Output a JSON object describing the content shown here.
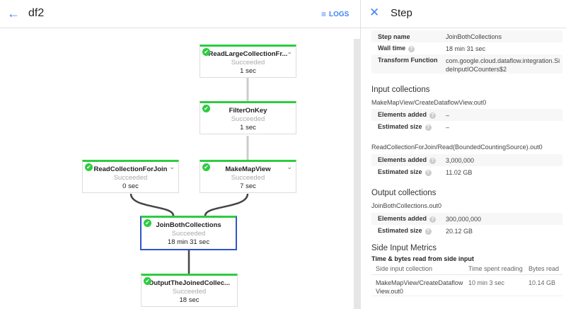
{
  "header": {
    "back_icon": "arrow-left-icon",
    "title": "df2",
    "logs_label": "LOGS",
    "logs_icon": "list-icon"
  },
  "graph": {
    "status_color": "#2ecc40",
    "selected_color": "#2f55c8",
    "nodes": [
      {
        "name": "ReadLargeCollectionFr...",
        "status": "Succeeded",
        "time": "1 sec"
      },
      {
        "name": "FilterOnKey",
        "status": "Succeeded",
        "time": "1 sec"
      },
      {
        "name": "ReadCollectionForJoin",
        "status": "Succeeded",
        "time": "0 sec"
      },
      {
        "name": "MakeMapView",
        "status": "Succeeded",
        "time": "7 sec"
      },
      {
        "name": "JoinBothCollections",
        "status": "Succeeded",
        "time": "18 min 31 sec"
      },
      {
        "name": "OutputTheJoinedCollec...",
        "status": "Succeeded",
        "time": "18 sec"
      }
    ]
  },
  "panel": {
    "title": "Step",
    "close_icon": "close-icon",
    "info": [
      {
        "k": "Step name",
        "v": "JoinBothCollections"
      },
      {
        "k": "Wall time",
        "v": "18 min 31 sec"
      },
      {
        "k": "Transform Function",
        "v": "com.google.cloud.dataflow.integration.SideInputIOCounters$2"
      }
    ],
    "input_title": "Input collections",
    "input1": {
      "name": "MakeMapView/CreateDataflowView.out0",
      "rows": [
        {
          "k": "Elements added",
          "v": "–"
        },
        {
          "k": "Estimated size",
          "v": "–"
        }
      ]
    },
    "input2": {
      "name": "ReadCollectionForJoin/Read(BoundedCountingSource).out0",
      "rows": [
        {
          "k": "Elements added",
          "v": "3,000,000"
        },
        {
          "k": "Estimated size",
          "v": "11.02 GB"
        }
      ]
    },
    "output_title": "Output collections",
    "output1": {
      "name": "JoinBothCollections.out0",
      "rows": [
        {
          "k": "Elements added",
          "v": "300,000,000"
        },
        {
          "k": "Estimated size",
          "v": "20.12 GB"
        }
      ]
    },
    "side_title": "Side Input Metrics",
    "side_sub": "Time & bytes read from side input",
    "side_cols": [
      "Side input collection",
      "Time spent reading",
      "Bytes read"
    ],
    "side_row": [
      "MakeMapView/CreateDataflow View.out0",
      "10 min 3 sec",
      "10.14 GB"
    ]
  }
}
